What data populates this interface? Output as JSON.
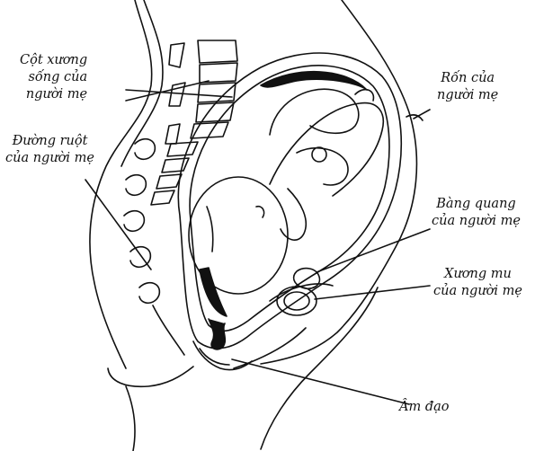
{
  "labels": {
    "spine": [
      "Cột xương",
      "sống của",
      "người mẹ"
    ],
    "intestine": [
      "Đường ruột",
      "của người mẹ"
    ],
    "navel": [
      "Rốn của",
      "người mẹ"
    ],
    "bladder": [
      "Bàng quang",
      "của người mẹ"
    ],
    "pubic_bone": [
      "Xương mu",
      "của người mẹ"
    ],
    "vagina": [
      "Âm đạo"
    ]
  },
  "colors": {
    "ink": "#111111",
    "paper": "#ffffff"
  }
}
